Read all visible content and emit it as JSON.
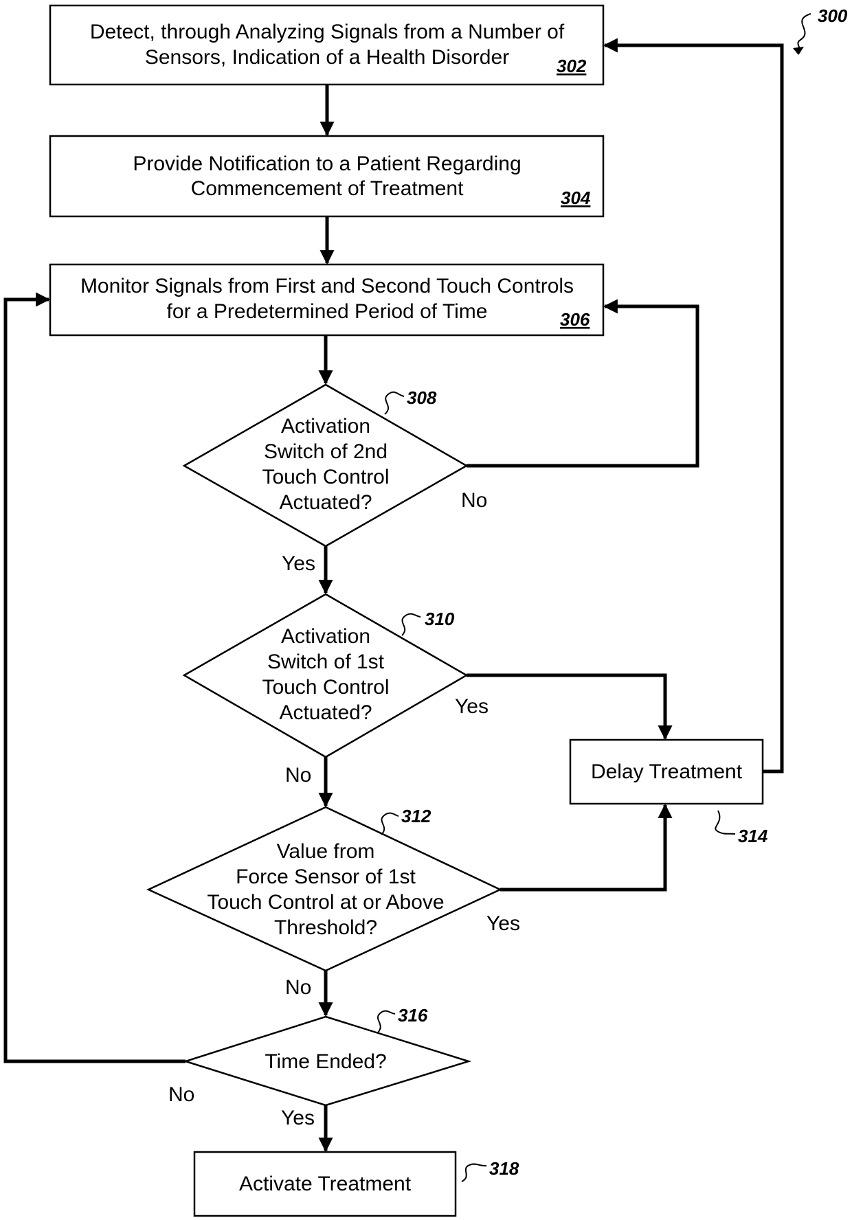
{
  "figure_ref": "300",
  "boxes": {
    "b302": {
      "lines": [
        "Detect, through Analyzing Signals from a Number of",
        "Sensors, Indication of a Health Disorder"
      ],
      "ref": "302"
    },
    "b304": {
      "lines": [
        "Provide Notification to a Patient Regarding",
        "Commencement of Treatment"
      ],
      "ref": "304"
    },
    "b306": {
      "lines": [
        "Monitor Signals from First and Second Touch Controls",
        "for a Predetermined Period of Time"
      ],
      "ref": "306"
    },
    "b314": {
      "lines": [
        "Delay Treatment"
      ],
      "ref": "314"
    },
    "b318": {
      "lines": [
        "Activate Treatment"
      ],
      "ref": "318"
    }
  },
  "decisions": {
    "d308": {
      "lines": [
        "Activation",
        "Switch of 2nd",
        "Touch Control",
        "Actuated?"
      ],
      "ref": "308"
    },
    "d310": {
      "lines": [
        "Activation",
        "Switch of 1st",
        "Touch Control",
        "Actuated?"
      ],
      "ref": "310"
    },
    "d312": {
      "lines": [
        "Value from",
        "Force Sensor of 1st",
        "Touch Control at or Above",
        "Threshold?"
      ],
      "ref": "312"
    },
    "d316": {
      "lines": [
        "Time Ended?"
      ],
      "ref": "316"
    }
  },
  "edge_labels": {
    "d308_no": "No",
    "d308_yes": "Yes",
    "d310_yes": "Yes",
    "d310_no": "No",
    "d312_yes": "Yes",
    "d312_no": "No",
    "d316_no": "No",
    "d316_yes": "Yes"
  }
}
